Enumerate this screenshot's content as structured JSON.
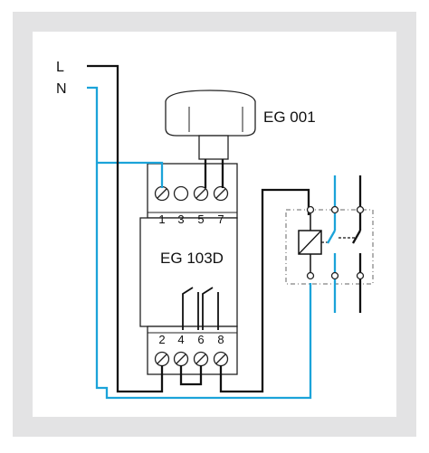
{
  "colors": {
    "frame_bg": "#e3e3e4",
    "panel_bg": "#ffffff",
    "line_wire": "#111111",
    "neutral_wire": "#1ba3d9",
    "device_border": "#222222",
    "device_fill": "#ffffff",
    "dashed_border": "#666666"
  },
  "labels": {
    "line_label": "L",
    "neutral_label": "N",
    "sensor_name": "EG 001",
    "switch_name": "EG 103D",
    "terminals_top": [
      "1",
      "3",
      "5",
      "7"
    ],
    "terminals_bottom": [
      "2",
      "4",
      "6",
      "8"
    ]
  },
  "icons": {
    "terminal_screw": "screw-terminal-icon",
    "relay_coil": "relay-coil-icon",
    "contact": "normally-open-contact-icon",
    "sensor_knob": "light-sensor-knob-icon"
  }
}
